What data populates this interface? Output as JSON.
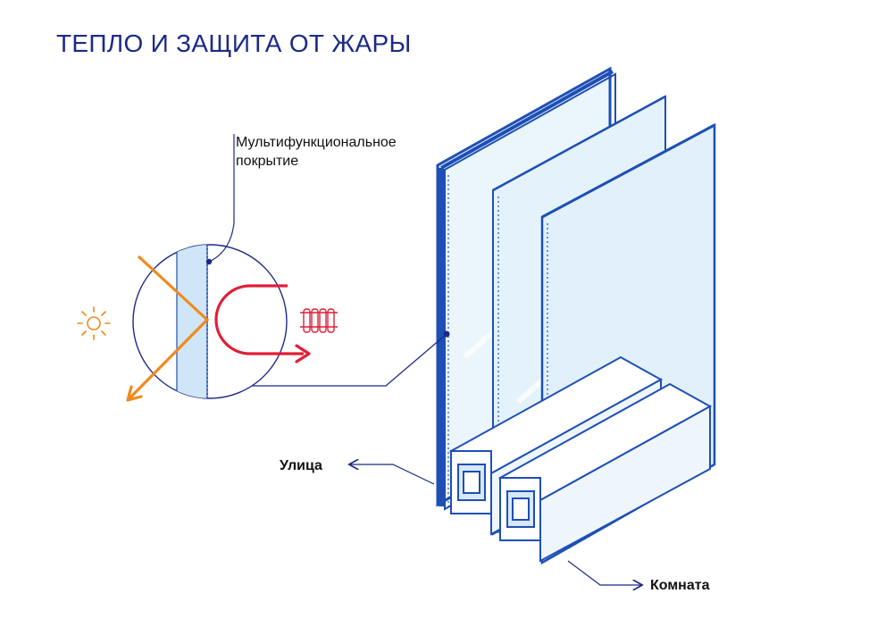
{
  "title": "ТЕПЛО И ЗАЩИТА ОТ ЖАРЫ",
  "labels": {
    "coating_line1": "Мультифункциональное",
    "coating_line2": "покрытие",
    "street": "Улица",
    "room": "Комната"
  },
  "icons": {
    "sun": "sun-icon",
    "radiator": "radiator-icon"
  },
  "colors": {
    "title": "#1b2a88",
    "glass_edge": "#1e4fb5",
    "glass_fill": "#e8f4fb",
    "sun": "#f08a1c",
    "heat": "#e01e37",
    "leader": "#1b2a88"
  }
}
